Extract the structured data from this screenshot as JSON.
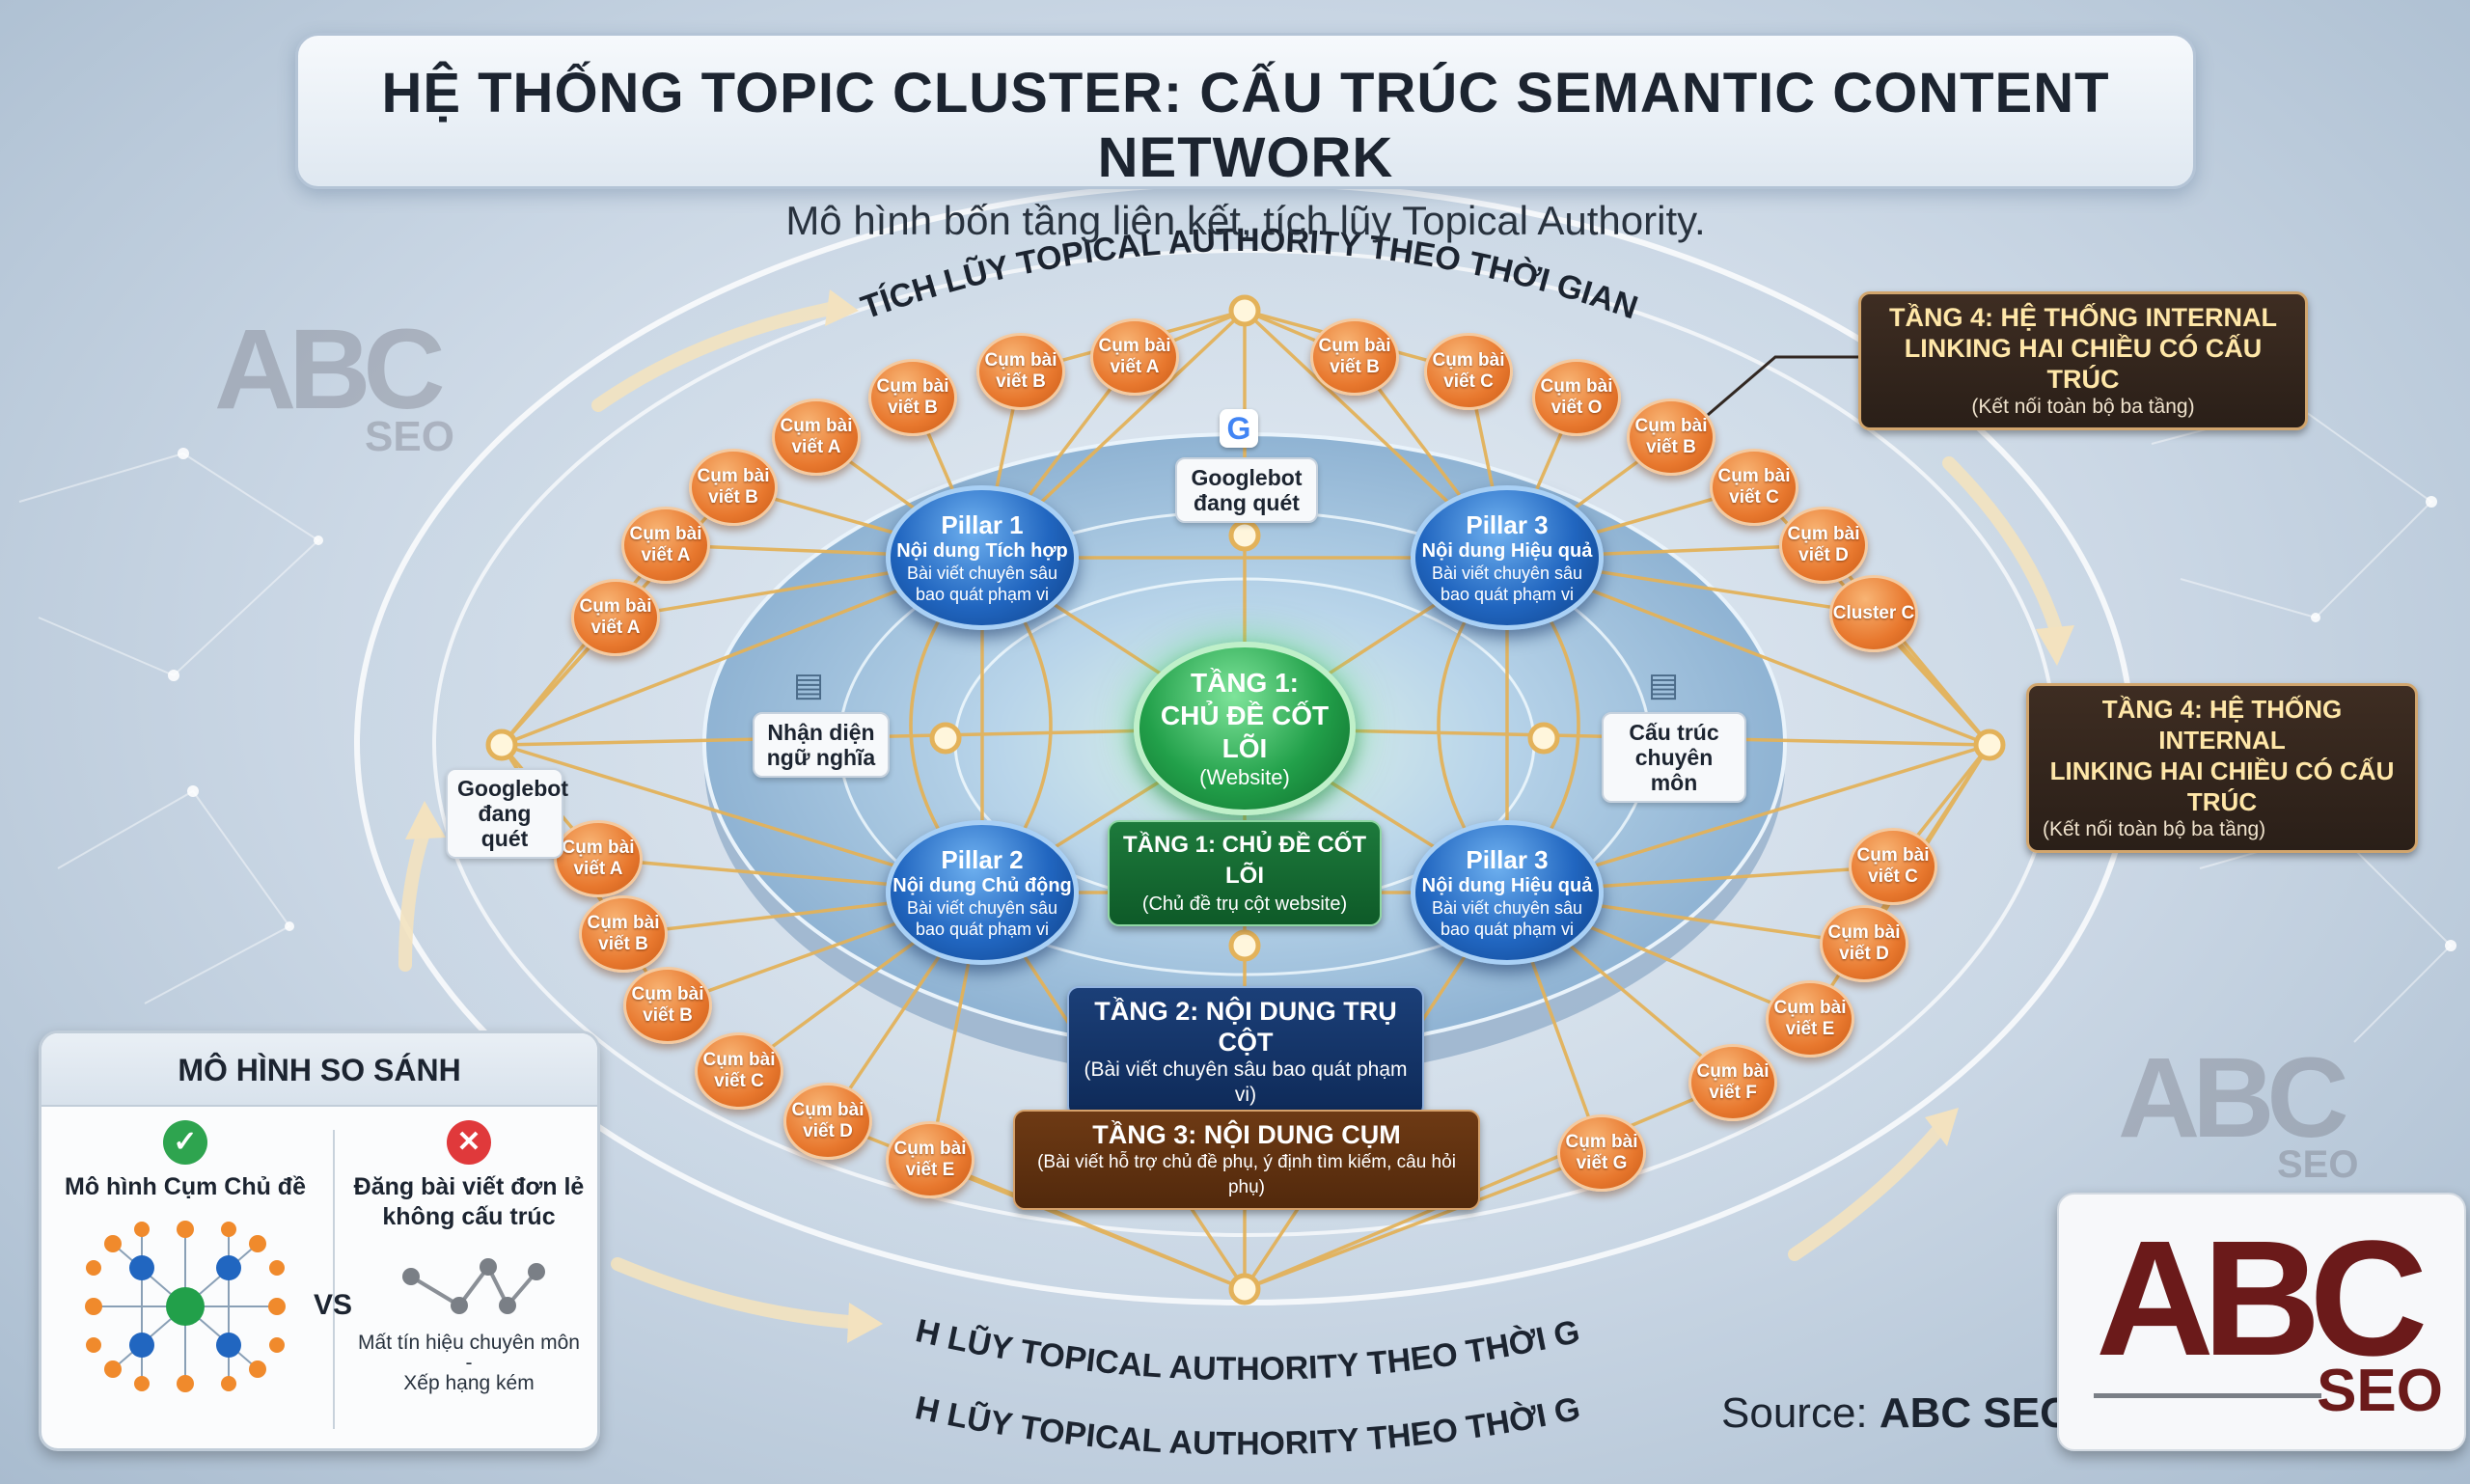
{
  "title": {
    "main": "HỆ THỐNG TOPIC CLUSTER: CẤU TRÚC SEMANTIC CONTENT NETWORK",
    "sub": "Mô hình bốn tầng liên kết, tích lũy Topical Authority."
  },
  "arc_labels": {
    "top": "TÍCH LŨY TOPICAL AUTHORITY THEO THỜI GIAN",
    "bottom1": "TÍCH LŨY TOPICAL AUTHORITY THEO THỜI GIAN",
    "bottom2": "TÍCH LŨY TOPICAL AUTHORITY THEO THỜI GIAN"
  },
  "core": {
    "title1": "TẦNG 1:",
    "title2": "CHỦ ĐỀ CỐT LÕI",
    "sub": "(Website)"
  },
  "pillars": [
    {
      "title": "Pillar 1",
      "sub": "Nội dung Tích hợp",
      "desc1": "Bài viết chuyên sâu",
      "desc2": "bao quát phạm vi"
    },
    {
      "title": "Pillar 3",
      "sub": "Nội dung Hiệu quả",
      "desc1": "Bài viết chuyên sâu",
      "desc2": "bao quát phạm vi"
    },
    {
      "title": "Pillar 2",
      "sub": "Nội dung Chủ động",
      "desc1": "Bài viết chuyên sâu",
      "desc2": "bao quát phạm vi"
    },
    {
      "title": "Pillar 3",
      "sub": "Nội dung Hiệu quả",
      "desc1": "Bài viết chuyên sâu",
      "desc2": "bao quát phạm vi"
    }
  ],
  "clusters": {
    "p1": [
      "Cụm bài viết A",
      "Cụm bài viết A",
      "Cụm bài viết B",
      "Cụm bài viết A",
      "Cụm bài viết B",
      "Cụm bài viết B",
      "Cụm bài viết A"
    ],
    "p3top": [
      "Cụm bài viết B",
      "Cụm bài viết C",
      "Cụm bài viết O",
      "Cụm bài viết B",
      "Cụm bài viết C",
      "Cụm bài viết D",
      "Cluster C"
    ],
    "p2": [
      "Cụm bài viết A",
      "Cụm bài viết B",
      "Cụm bài viết B",
      "Cụm bài viết C",
      "Cụm bài viết D",
      "Cụm bài viết E"
    ],
    "p3bot": [
      "Cụm bài viết C",
      "Cụm bài viết D",
      "Cụm bài viết E",
      "Cụm bài viết F",
      "Cụm bài viết G"
    ]
  },
  "labels": {
    "googlebot_top": "Googlebot đang quét",
    "googlebot_left": "Googlebot đang quét",
    "semantic": "Nhận diện ngữ nghĩa",
    "structure": "Cấu trúc chuyên môn"
  },
  "tags": {
    "tier1": {
      "main": "TẦNG 1: CHỦ ĐỀ CỐT LÕI",
      "sub": "(Chủ đề trụ cột website)"
    },
    "tier2": {
      "main": "TẦNG 2: NỘI DUNG TRỤ CỘT",
      "sub": "(Bài viết chuyên sâu bao quát phạm vi)"
    },
    "tier3": {
      "main": "TẦNG 3: NỘI DUNG CỤM",
      "sub": "(Bài viết hỗ trợ chủ đề phụ, ý định tìm kiếm, câu hỏi phụ)"
    },
    "tier4a": {
      "main1": "TẦNG 4: HỆ THỐNG INTERNAL",
      "main2": "LINKING HAI CHIỀU CÓ CẤU TRÚC",
      "sub": "(Kết nối toàn bộ ba tầng)"
    },
    "tier4b": {
      "main1": "TẦNG 4: HỆ THỐNG INTERNAL",
      "main2": "LINKING HAI CHIỀU CÓ CẤU TRÚC",
      "sub": "(Kết nối toàn bộ ba tầng)"
    }
  },
  "compare": {
    "title": "MÔ HÌNH SO SÁNH",
    "good": "Mô hình Cụm Chủ đề",
    "bad1": "Đăng bài viết đơn lẻ",
    "bad2": "không cấu trúc",
    "vs": "VS",
    "note1": "Mất tín hiệu chuyên môn",
    "note_dash": "-",
    "note2": "Xếp hạng kém"
  },
  "source": {
    "prefix": "Source: ",
    "name": "ABC SEO"
  },
  "logo": {
    "abc": "ABC",
    "seo": "SEO"
  },
  "watermark": {
    "abc": "ABC",
    "seo": "SEO"
  },
  "colors": {
    "core": "#22a04a",
    "pillar": "#2166c0",
    "cluster": "#e8782e",
    "link": "#e3b25a",
    "logo": "#6b1a1a"
  }
}
